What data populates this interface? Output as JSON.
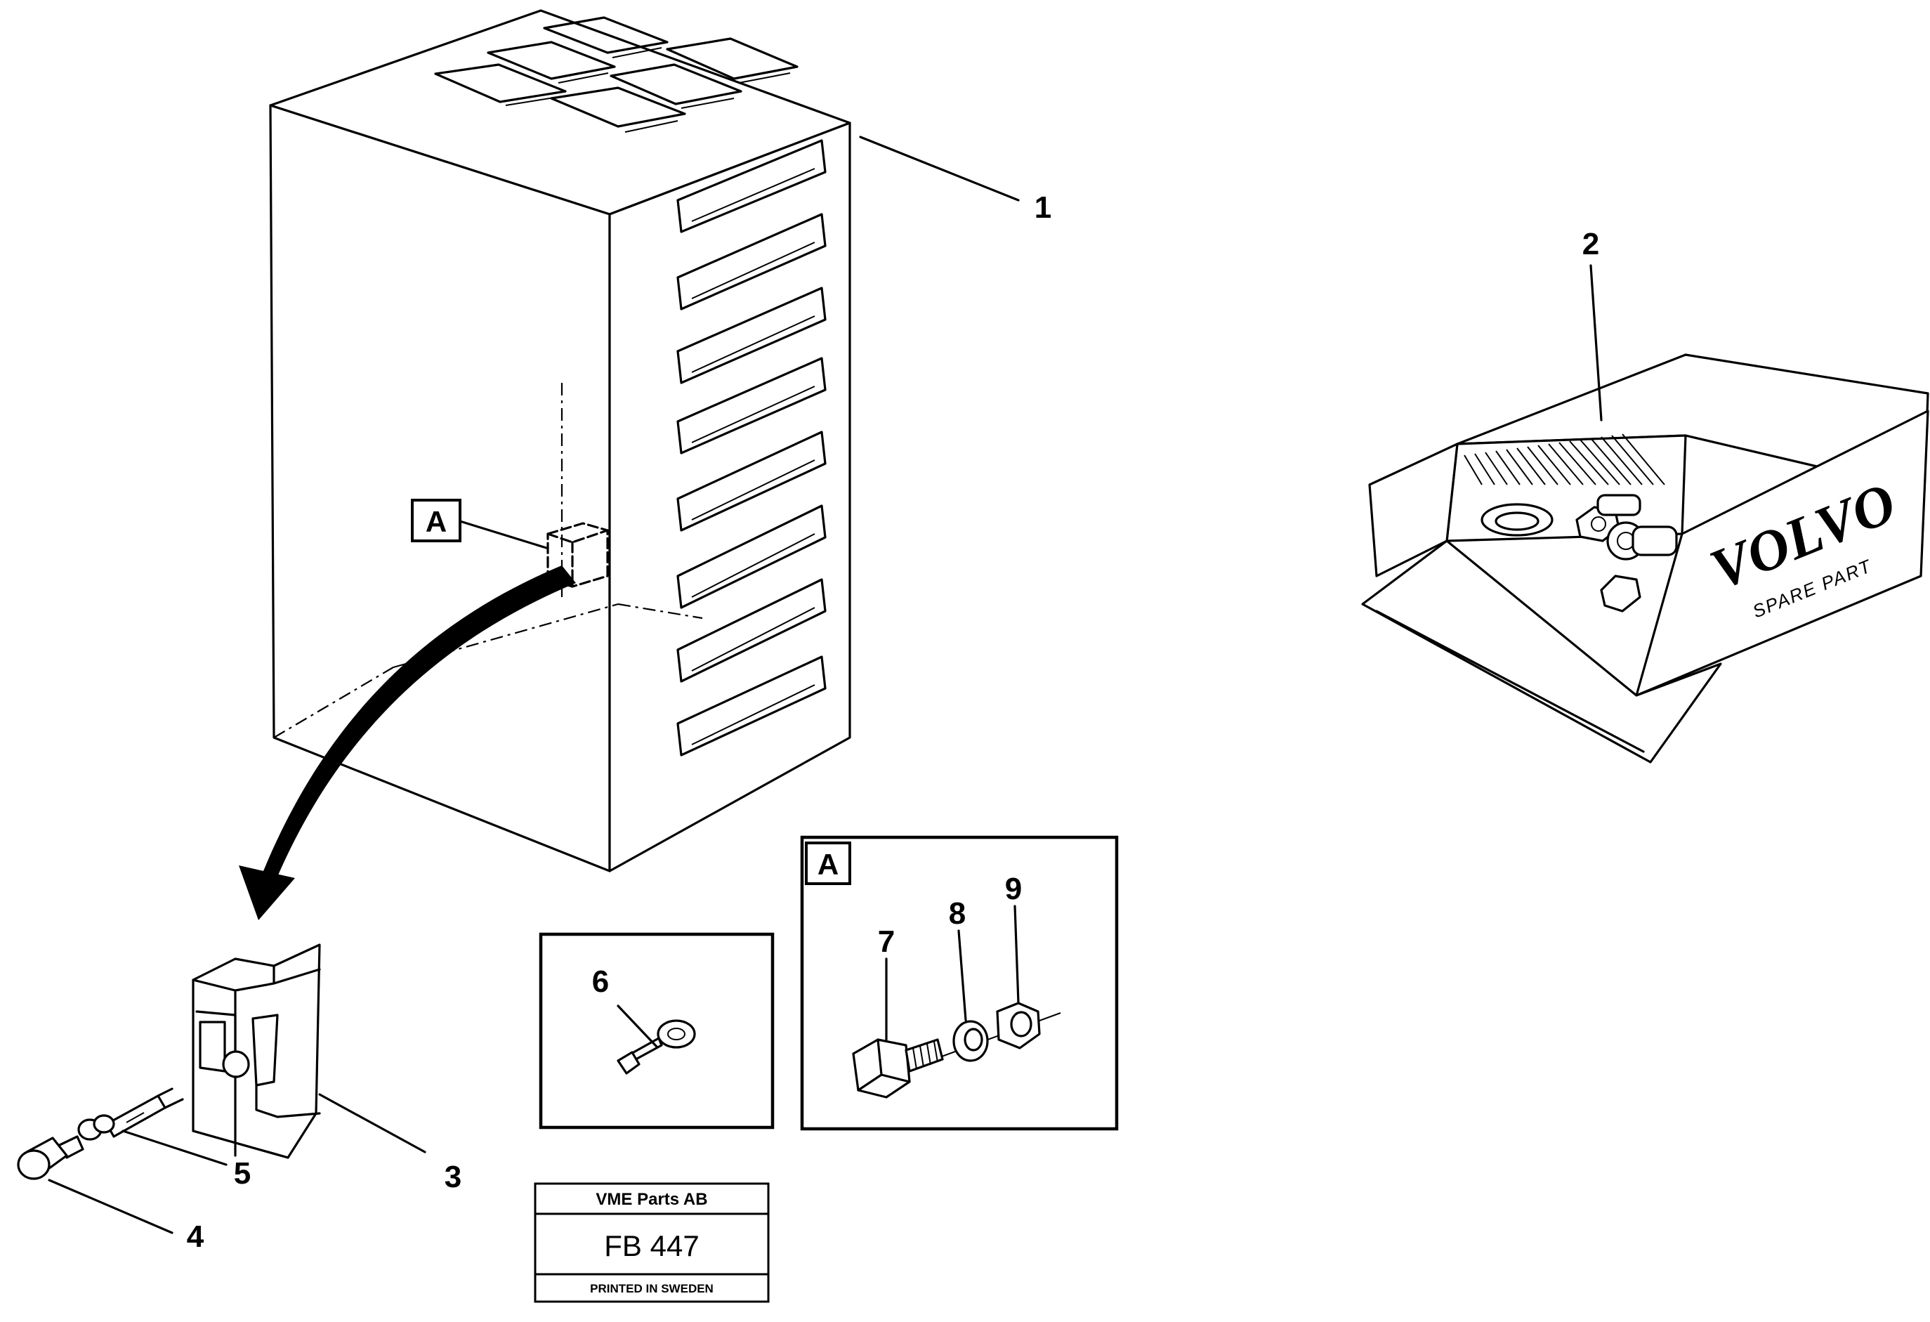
{
  "callouts": {
    "c1": "1",
    "c2": "2",
    "c3": "3",
    "c4": "4",
    "c5": "5",
    "c6": "6",
    "c7": "7",
    "c8": "8",
    "c9": "9"
  },
  "detail_markers": {
    "on_cabinet": "A",
    "on_detail_panel": "A"
  },
  "spare_box": {
    "brand": "VOLVO",
    "label": "SPARE PART"
  },
  "title_block": {
    "company": "VME Parts AB",
    "drawing_code": "FB 447",
    "printed": "PRINTED IN SWEDEN"
  }
}
